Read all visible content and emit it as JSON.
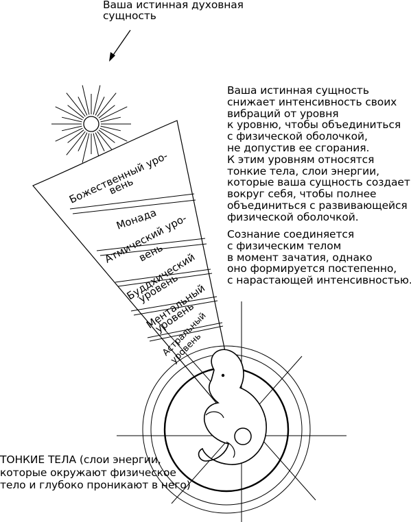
{
  "top_caption": {
    "line1": "Ваша истинная духовная",
    "line2": "сущность"
  },
  "right_text_1": [
    "Ваша истинная сущность",
    "снижает интенсивность своих",
    "вибраций от уровня",
    "к уровню, чтобы объединиться",
    "с физической оболочкой,",
    "не допустив ее сгорания.",
    "К этим уровням относятся",
    "тонкие тела, слои энергии,",
    "которые ваша сущность создает",
    "вокруг себя, чтобы полнее",
    "объединиться с развивающейся",
    "физической оболочкой."
  ],
  "right_text_2": [
    "Сознание соединяется",
    "с физическим телом",
    "в момент зачатия, однако",
    "оно формируется постепенно,",
    "с нарастающей интенсивностью."
  ],
  "bottom_caption": [
    "ТОНКИЕ ТЕЛА (слои энергии,",
    "которые окружают физическое",
    "тело и глубоко проникают в него)"
  ],
  "levels": {
    "l1": {
      "line1": "Божественный уро-",
      "line2": "вень"
    },
    "l2": {
      "line1": "Монада"
    },
    "l3": {
      "line1": "Атмический уро-",
      "line2": "вень"
    },
    "l4": {
      "line1": "Буддхический",
      "line2": "уровень"
    },
    "l5": {
      "line1": "Ментальный",
      "line2": "уровень"
    },
    "l6": {
      "line1": "Астральный",
      "line2": "уровень"
    }
  }
}
